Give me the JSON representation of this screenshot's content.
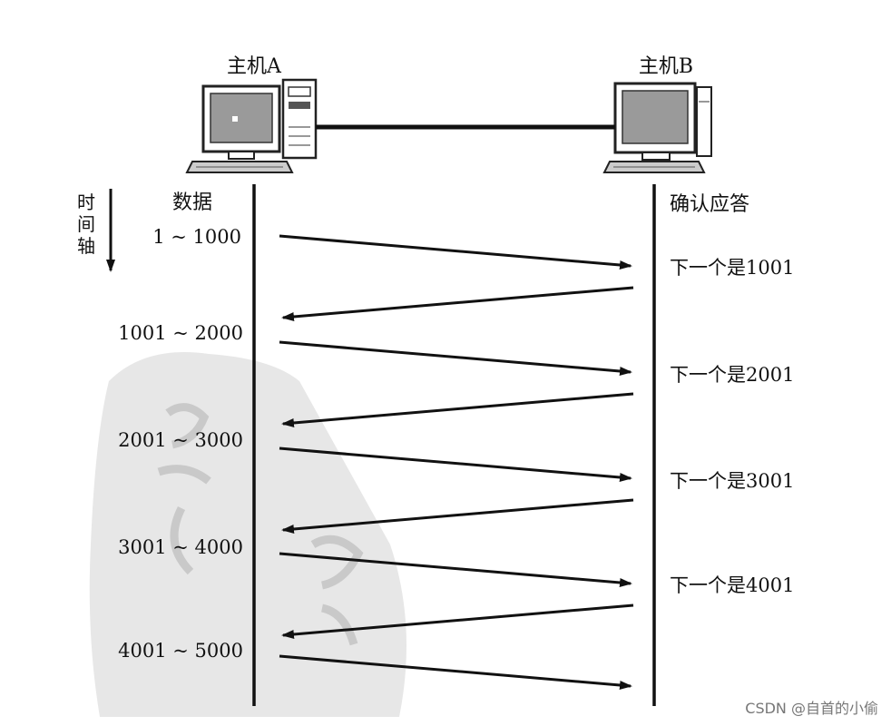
{
  "host_a": {
    "label": "主机A"
  },
  "host_b": {
    "label": "主机B"
  },
  "time_axis": {
    "chars": [
      "时",
      "间",
      "轴"
    ]
  },
  "sender_column_title": "数据",
  "receiver_column_title": "确认应答",
  "data_segments": [
    "1 ~ 1000",
    "1001 ~ 2000",
    "2001 ~ 3000",
    "3001 ~ 4000",
    "4001 ~ 5000"
  ],
  "acks": [
    "下一个是1001",
    "下一个是2001",
    "下一个是3001",
    "下一个是4001"
  ],
  "watermark": "CSDN @自首的小偷"
}
